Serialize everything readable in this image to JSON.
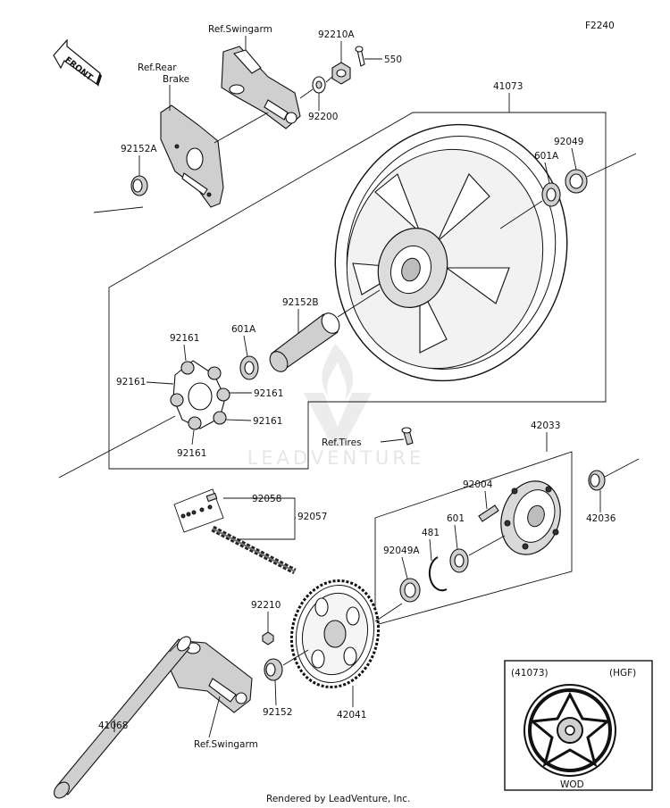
{
  "figure_id": "F2240",
  "front_label": "FRONT",
  "watermark": "LEADVENTURE",
  "footer": "Rendered by LeadVenture, Inc.",
  "labels": {
    "ref_swingarm_top": "Ref.Swingarm",
    "ref_rear": "Ref.Rear",
    "brake": "Brake",
    "p92210A": "92210A",
    "p550": "550",
    "p92200": "92200",
    "p92152A": "92152A",
    "p41073": "41073",
    "p601A_right": "601A",
    "p92049": "92049",
    "p92152B": "92152B",
    "p601A_left": "601A",
    "p92161_top": "92161",
    "p92161_left": "92161",
    "p92161_right_a": "92161",
    "p92161_right_b": "92161",
    "p92161_bottom": "92161",
    "ref_tires": "Ref.Tires",
    "p42033": "42033",
    "p92004": "92004",
    "p42036": "42036",
    "p92058": "92058",
    "p92057": "92057",
    "p601": "601",
    "p481": "481",
    "p92049A": "92049A",
    "p92210": "92210",
    "p92152": "92152",
    "p42041": "42041",
    "p41068": "41068",
    "ref_swingarm_bottom": "Ref.Swingarm"
  },
  "inset": {
    "part_no": "(41073)",
    "code": "(HGF)",
    "caption": "WOD"
  }
}
